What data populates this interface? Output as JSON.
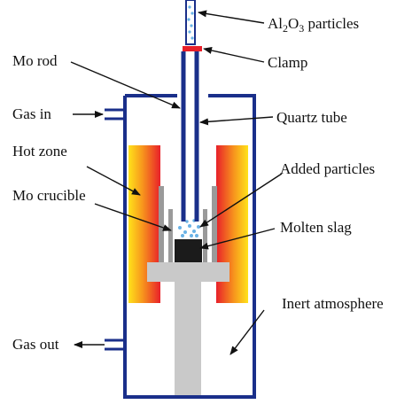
{
  "labels": {
    "al2o3_prefix": "Al",
    "al2o3_sub1": "2",
    "al2o3_mid": "O",
    "al2o3_sub2": "3",
    "al2o3_suffix": " particles",
    "mo_rod": "Mo rod",
    "clamp": "Clamp",
    "gas_in": "Gas in",
    "quartz_tube": "Quartz tube",
    "hot_zone": "Hot zone",
    "added_particles": "Added particles",
    "mo_crucible": "Mo crucible",
    "molten_slag": "Molten slag",
    "inert_atmosphere": "Inert atmosphere",
    "gas_out": "Gas out"
  },
  "colors": {
    "vessel": "#1a2f8a",
    "rod": "#1a2f8a",
    "clamp": "#e8202a",
    "crucible": "#9a9a9a",
    "support": "#c9c9c9",
    "slag": "#1b1b1b",
    "particles": "#6ab3e6",
    "hot_zone_inner": "#e8202a",
    "hot_zone_outer": "#ffe21a"
  }
}
